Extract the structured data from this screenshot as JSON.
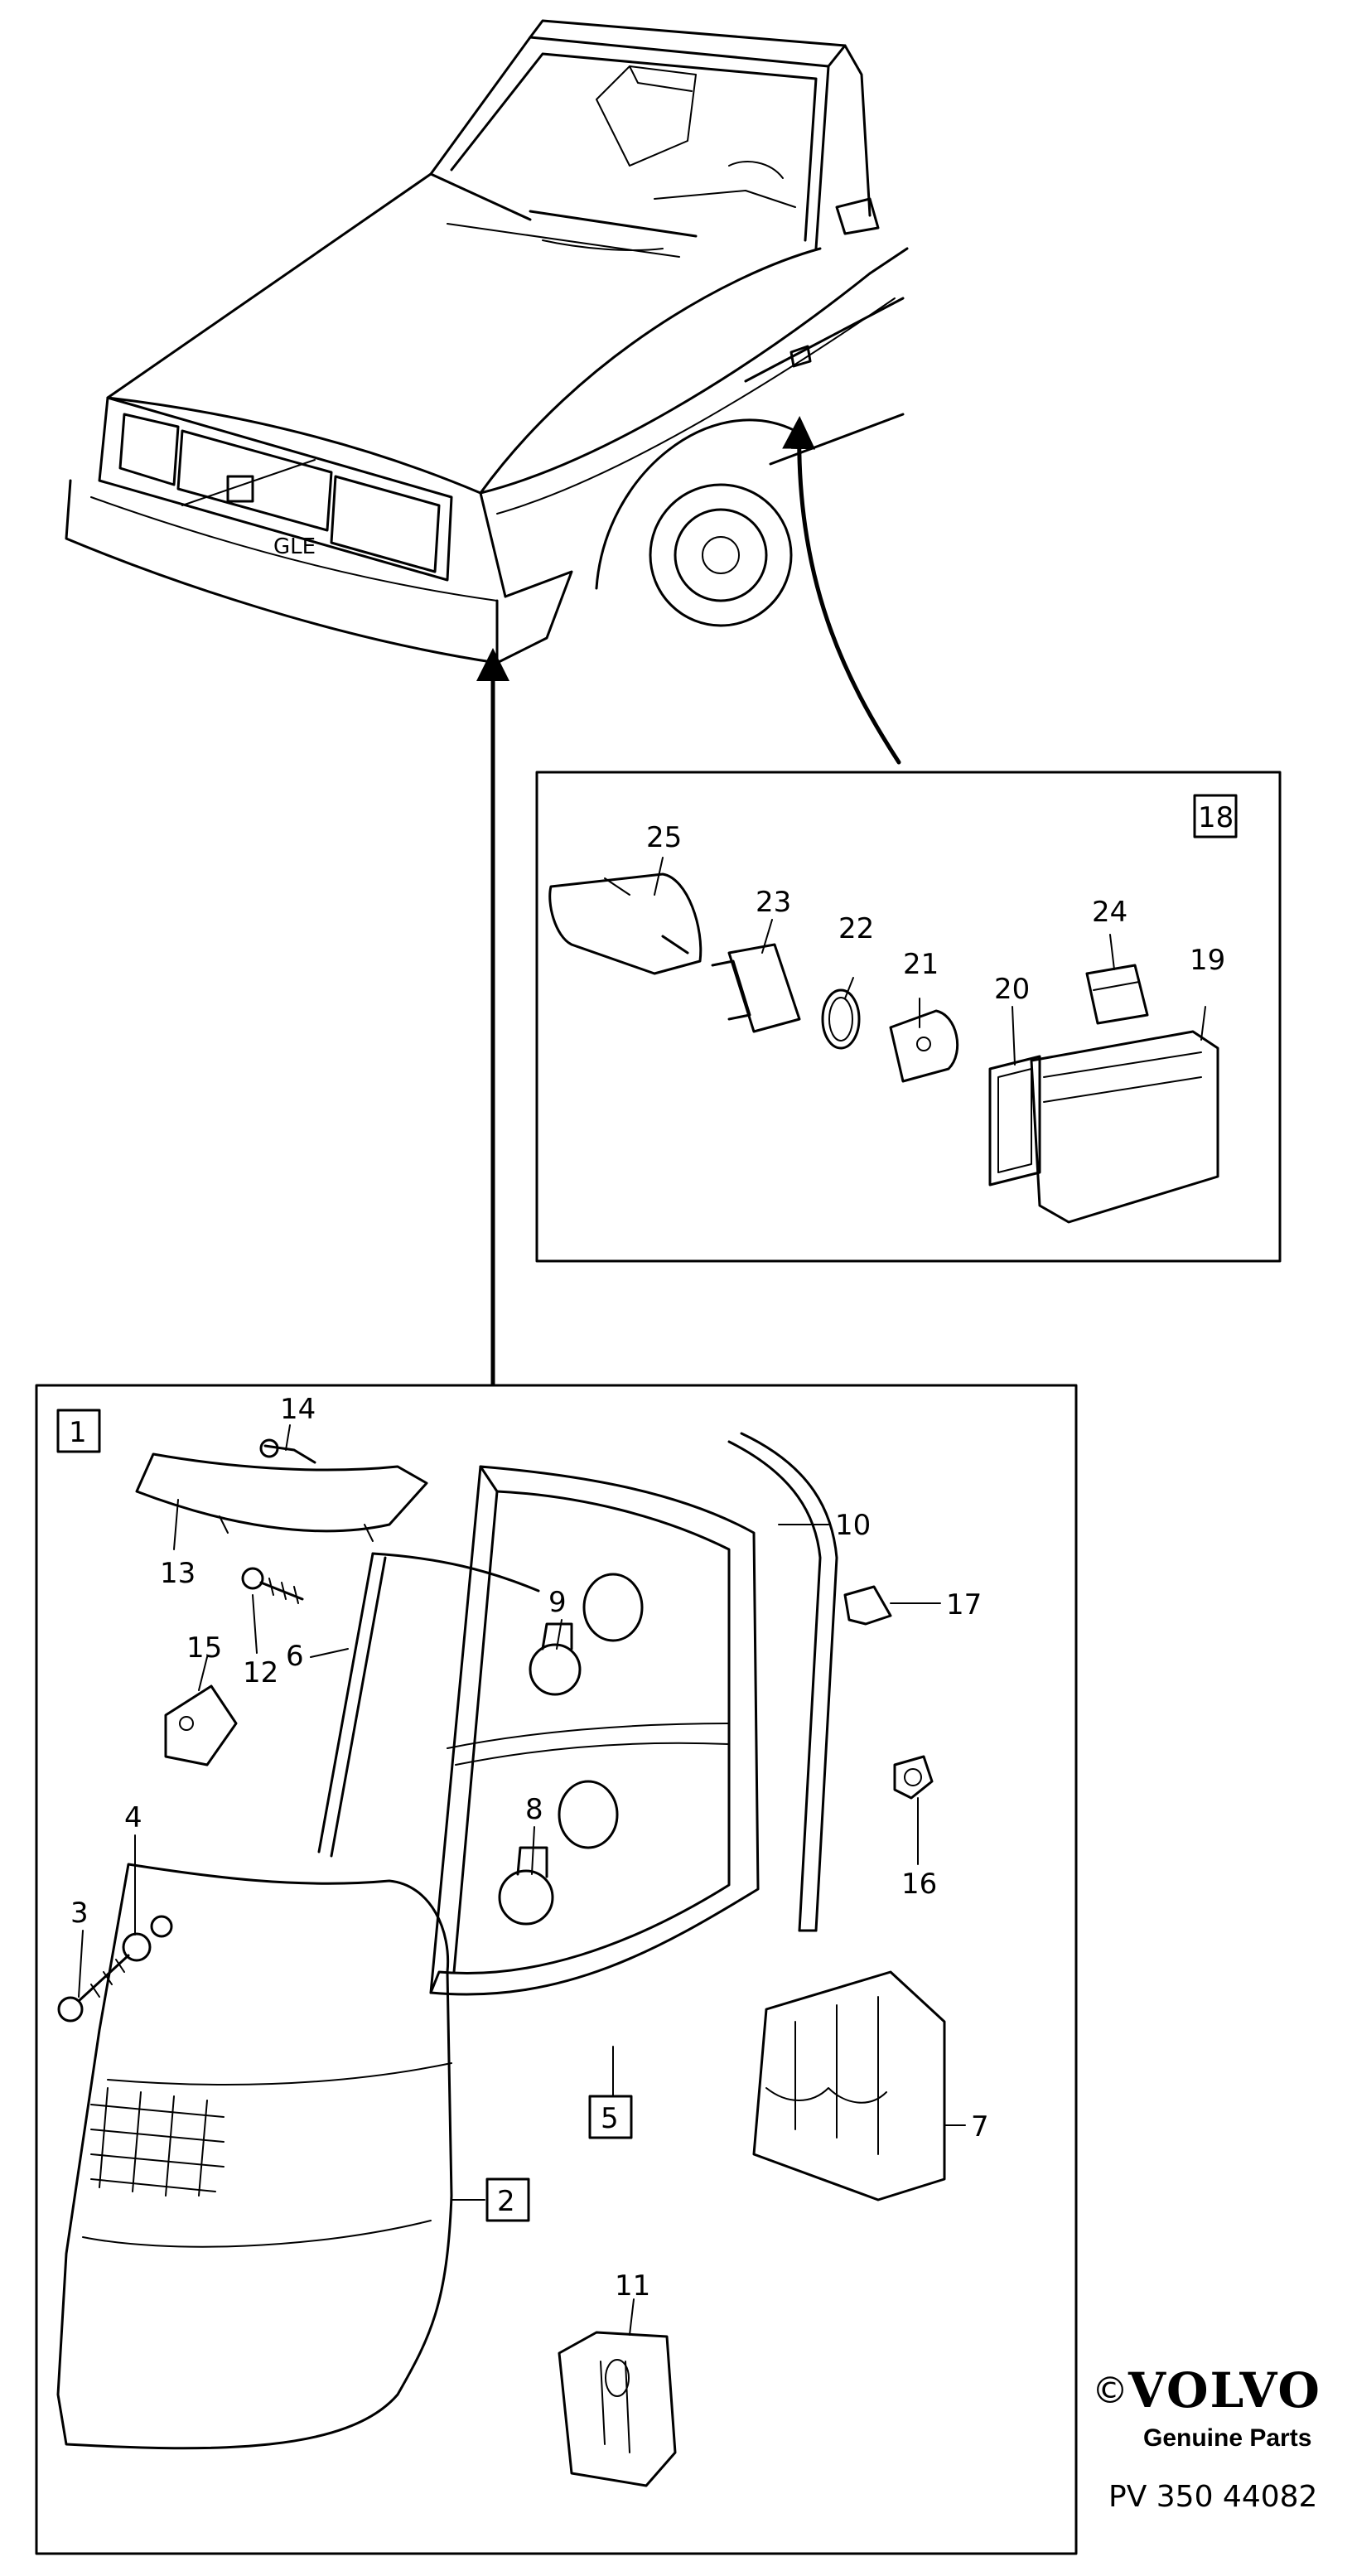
{
  "diagram": {
    "copyright_symbol": "©",
    "brand": "VOLVO",
    "subtitle": "Genuine Parts",
    "code": "PV 350 44082",
    "car_badge": "GLE",
    "boxes": {
      "side_marker": "18",
      "tail_lamp": "1",
      "lens": "2",
      "housing": "5"
    },
    "callouts": [
      "25",
      "23",
      "22",
      "21",
      "20",
      "24",
      "19",
      "14",
      "13",
      "12",
      "6",
      "15",
      "9",
      "10",
      "17",
      "16",
      "8",
      "4",
      "3",
      "7",
      "11"
    ]
  }
}
